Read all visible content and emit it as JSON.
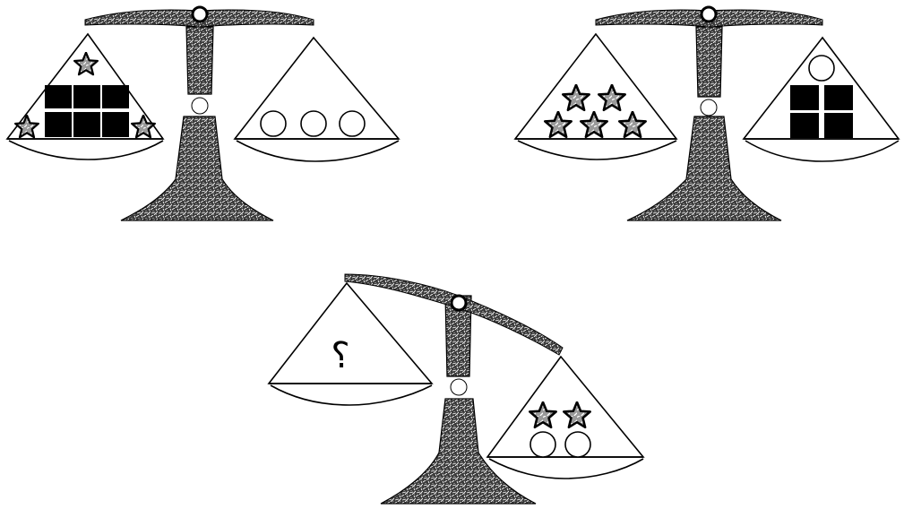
{
  "question_mark": "؟",
  "scales": [
    {
      "name": "scale-1",
      "left_pan": {
        "squares": 6,
        "stars": 3
      },
      "right_pan": {
        "circles": 3
      },
      "tilt": "balanced"
    },
    {
      "name": "scale-2",
      "left_pan": {
        "stars": 5
      },
      "right_pan": {
        "squares": 4,
        "circles": 1
      },
      "tilt": "balanced"
    },
    {
      "name": "scale-3",
      "left_pan": {
        "unknown": "؟"
      },
      "right_pan": {
        "stars": 2,
        "circles": 2
      },
      "tilt": "right-side-down"
    }
  ],
  "colors": {
    "ink": "#000000",
    "paper": "#ffffff"
  }
}
